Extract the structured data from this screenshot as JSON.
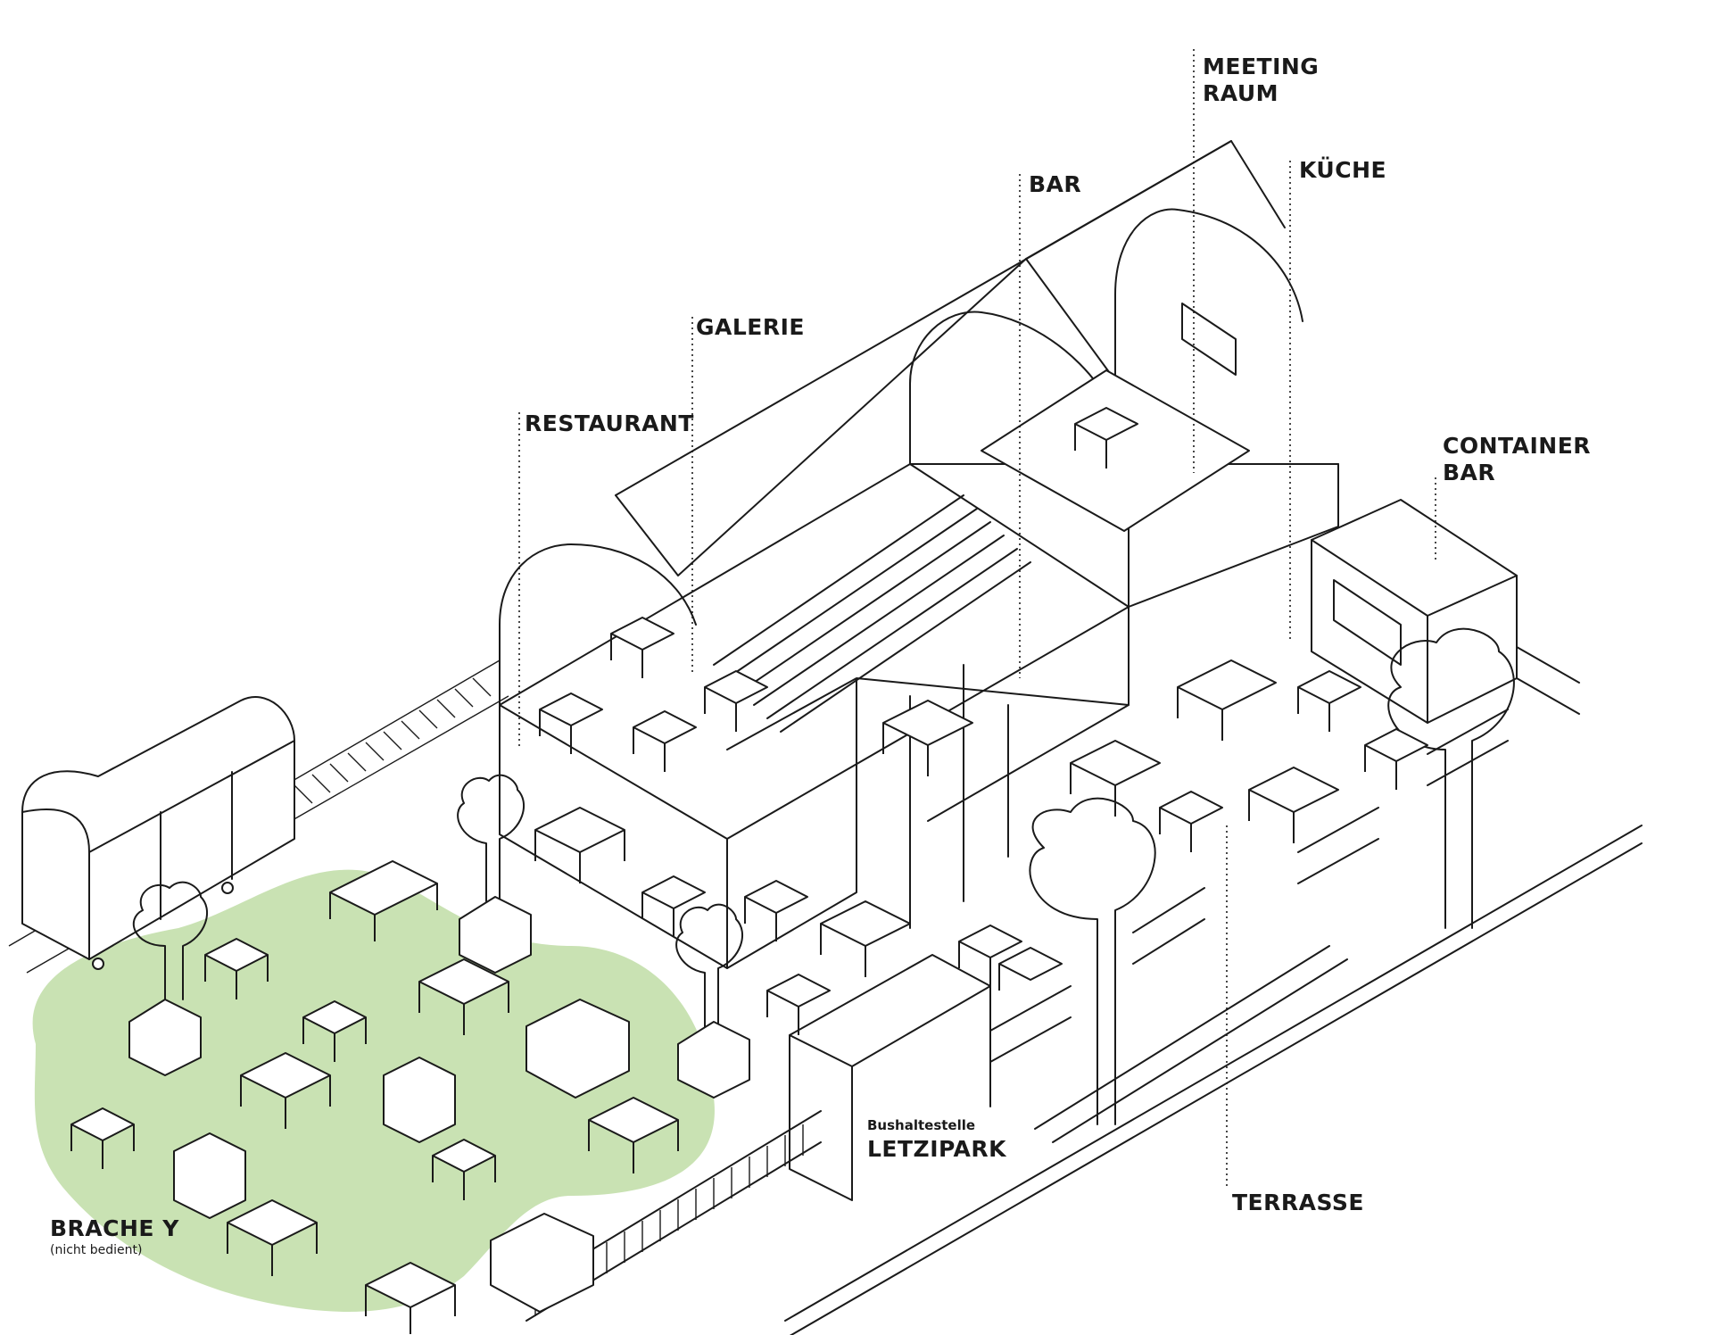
{
  "labels": {
    "meeting_line1": "MEETING",
    "meeting_line2": "RAUM",
    "kueche": "KÜCHE",
    "bar": "BAR",
    "galerie": "GALERIE",
    "restaurant": "RESTAURANT",
    "container_line1": "CONTAINER",
    "container_line2": "BAR",
    "terrasse": "TERRASSE",
    "bushaltestelle": "Bushaltestelle",
    "letzipark": "LETZIPARK",
    "brache": "BRACHE Y",
    "brache_note": "(nicht bedient)"
  },
  "colors": {
    "ink": "#1a1a1a",
    "lawn": "#c9e2b3",
    "background": "#ffffff"
  }
}
